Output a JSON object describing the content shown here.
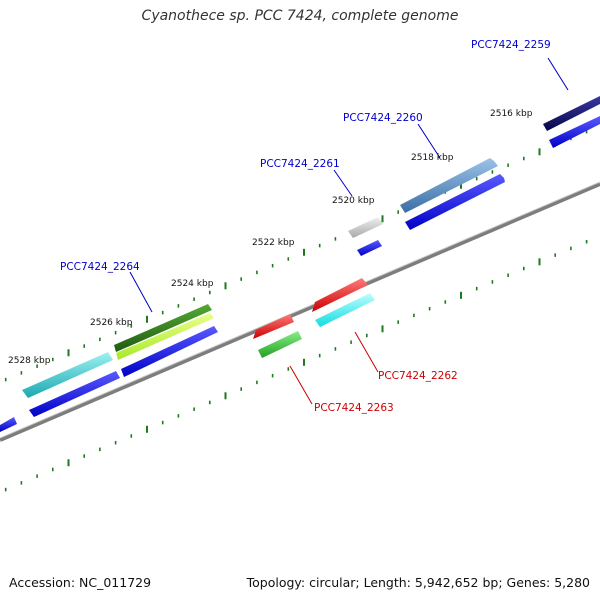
{
  "title": "Cyanothece sp. PCC 7424, complete genome",
  "footer": {
    "accession": "Accession: NC_011729",
    "summary": "Topology: circular; Length: 5,942,652 bp; Genes: 5,280"
  },
  "colors": {
    "backbone": "#8a8a8a",
    "tick": "#1f7a1f",
    "forward_label": "#0000cc",
    "reverse_label": "#cc0000"
  },
  "kbp_labels": [
    "2516 kbp",
    "2518 kbp",
    "2520 kbp",
    "2522 kbp",
    "2524 kbp",
    "2526 kbp",
    "2528 kbp"
  ],
  "genes": [
    {
      "id": "PCC7424_2259",
      "strand": "forward",
      "color": "#0a0a6e"
    },
    {
      "id": "PCC7424_2260",
      "strand": "forward",
      "color": "#4a7fb5"
    },
    {
      "id": "PCC7424_2261",
      "strand": "forward",
      "color": "#c8c8c8"
    },
    {
      "id": "PCC7424_2262",
      "strand": "reverse",
      "color": "#ee1111"
    },
    {
      "id": "PCC7424_2263",
      "strand": "reverse",
      "color": "#33bb33"
    },
    {
      "id": "PCC7424_2264",
      "strand": "forward",
      "color": "#2e7d1e"
    },
    {
      "id": "unlabeled-cyan-gene",
      "strand": "forward",
      "color": "#22c4cc"
    },
    {
      "id": "unlabeled-cyan-reverse-gene",
      "strand": "reverse",
      "color": "#22eeee"
    }
  ]
}
